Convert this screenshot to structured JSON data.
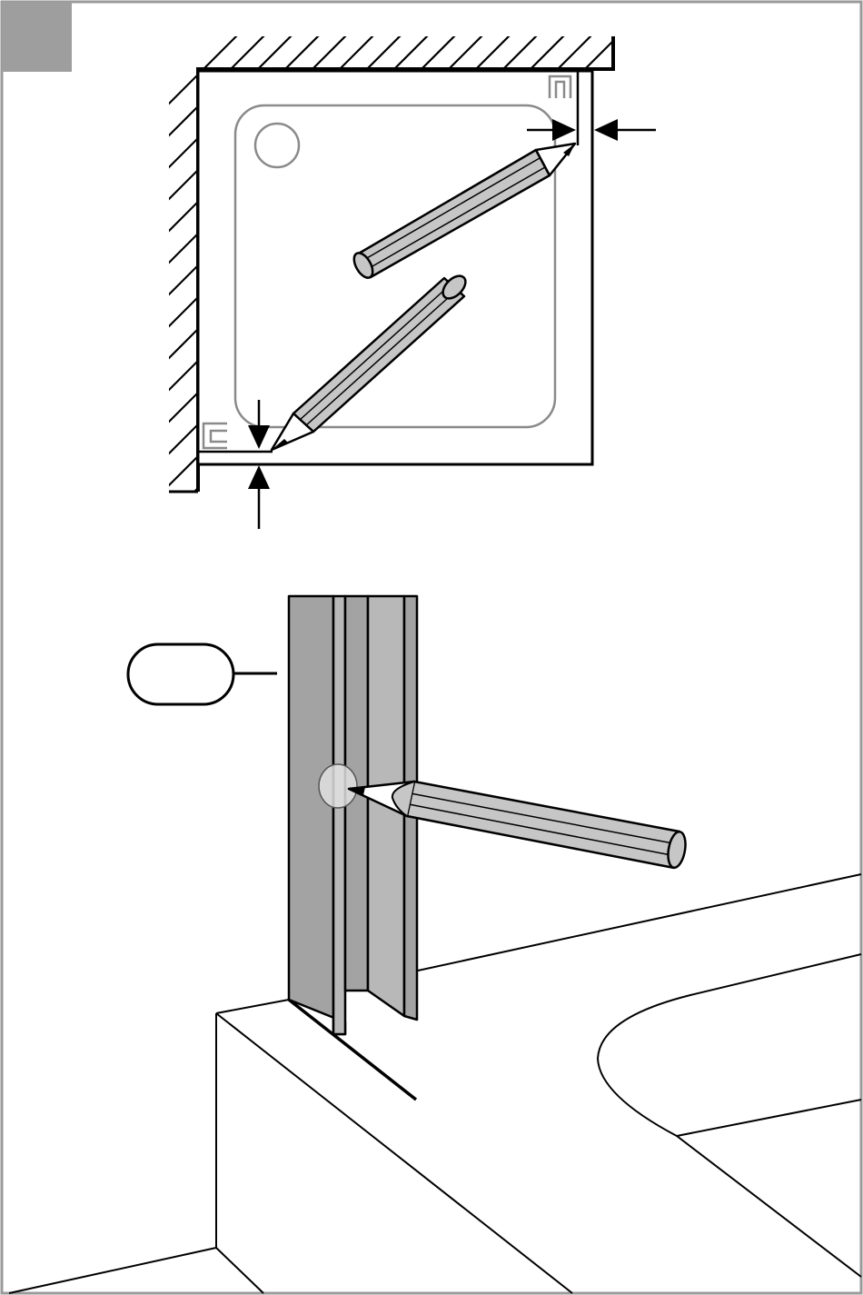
{
  "figure": {
    "step_number": "",
    "callout_label": "",
    "colors": {
      "frame_border": "#9a9a9a",
      "step_box": "#9e9e9e",
      "profile_fill": "#a3a3a3",
      "profile_highlight": "#b8b8b8",
      "pencil_fill": "#c6c6c6",
      "tray_outline": "#8a8a8a",
      "line": "#000000"
    },
    "icons": {
      "wall": "hatched-wall",
      "dimension_arrows": "arrow-icon",
      "pencil": "pencil-icon",
      "profile": "wall-profile",
      "tub": "bathtub-edge"
    }
  }
}
